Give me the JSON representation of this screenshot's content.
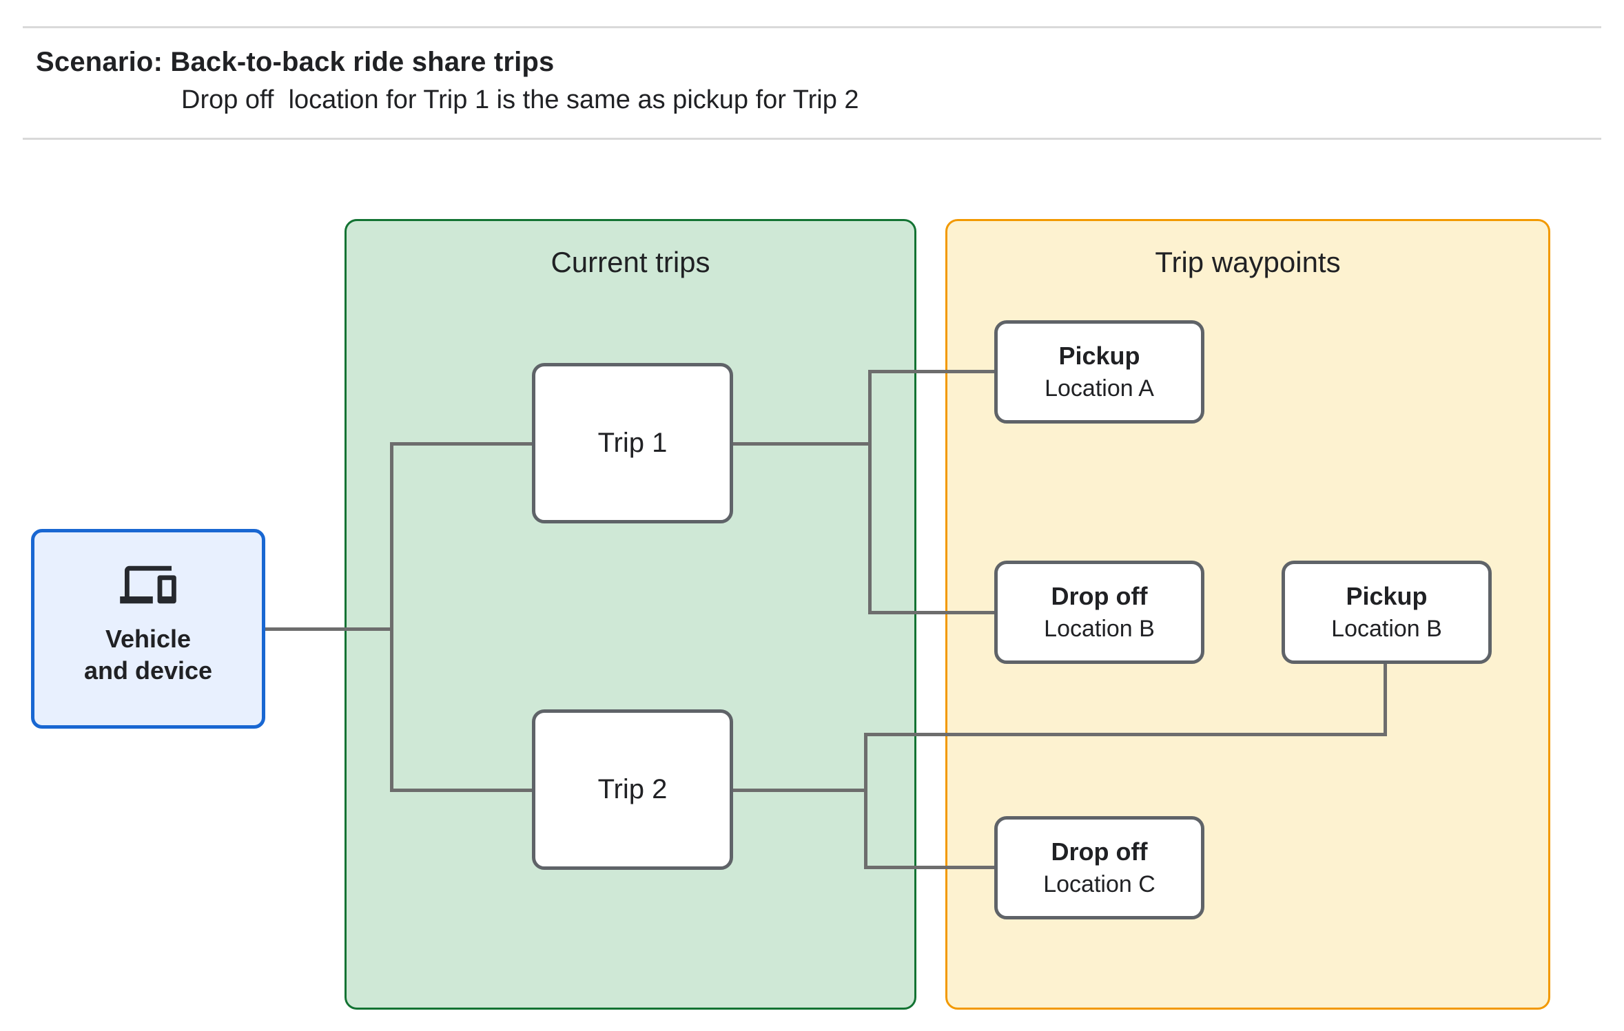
{
  "header": {
    "title": "Scenario: Back-to-back ride share trips",
    "subtitle": "Drop off  location for Trip 1 is the same as pickup for Trip 2"
  },
  "vehicle": {
    "label": "Vehicle\nand device",
    "icon": "devices-icon"
  },
  "panels": {
    "current_trips": {
      "label": "Current trips"
    },
    "trip_waypoints": {
      "label": "Trip waypoints"
    }
  },
  "nodes": {
    "trip1": {
      "label": "Trip 1"
    },
    "trip2": {
      "label": "Trip 2"
    },
    "pickup_a": {
      "title": "Pickup",
      "subtitle": "Location A"
    },
    "dropoff_b": {
      "title": "Drop off",
      "subtitle": "Location B"
    },
    "pickup_b": {
      "title": "Pickup",
      "subtitle": "Location B"
    },
    "dropoff_c": {
      "title": "Drop off",
      "subtitle": "Location C"
    }
  },
  "colors": {
    "text": "#202124",
    "divider": "#d9d9d9",
    "connector": "#6d6d6d",
    "node_fill": "#ffffff",
    "node_border": "#5f6368",
    "vehicle_fill": "#e8f0fe",
    "vehicle_border": "#1967d2",
    "icon": "#26292e",
    "current_trips_fill": "#cfe8d6",
    "current_trips_border": "#137333",
    "trip_waypoints_fill": "#fdf2d0",
    "trip_waypoints_border": "#f29900"
  }
}
